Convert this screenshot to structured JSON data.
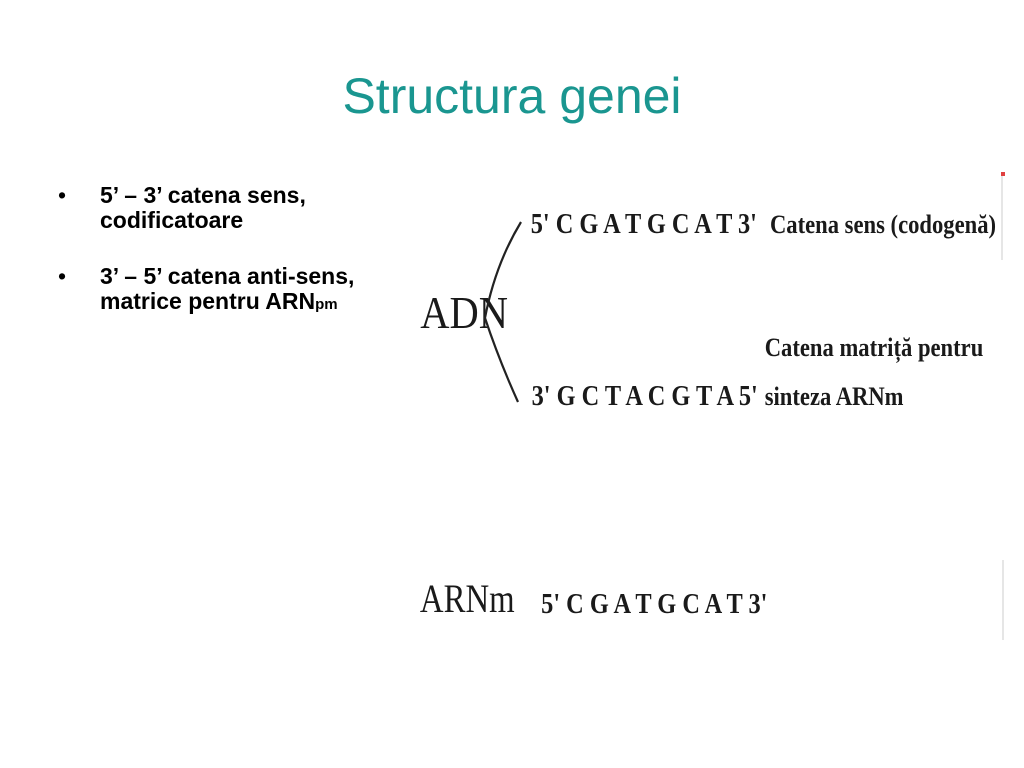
{
  "slide": {
    "title": "Structura genei",
    "bullets": [
      {
        "text": "5’ – 3’ catena sens, codificatoare"
      },
      {
        "text": "3’ – 5’ catena anti-sens, matrice pentru ARN",
        "suffix": "pm"
      }
    ]
  },
  "figure": {
    "adn_label": "ADN",
    "top_strand": "5' C G A T G C A T 3'",
    "top_strand_desc": "Catena sens (codogenă)",
    "template_desc_line1": "Catena matriță pentru",
    "bottom_strand": "3' G C T A C G T A 5'",
    "template_desc_line2": "sinteza ARNm",
    "arnm_label": "ARNm",
    "arnm_strand": "5' C G A T G C A T 3'"
  }
}
